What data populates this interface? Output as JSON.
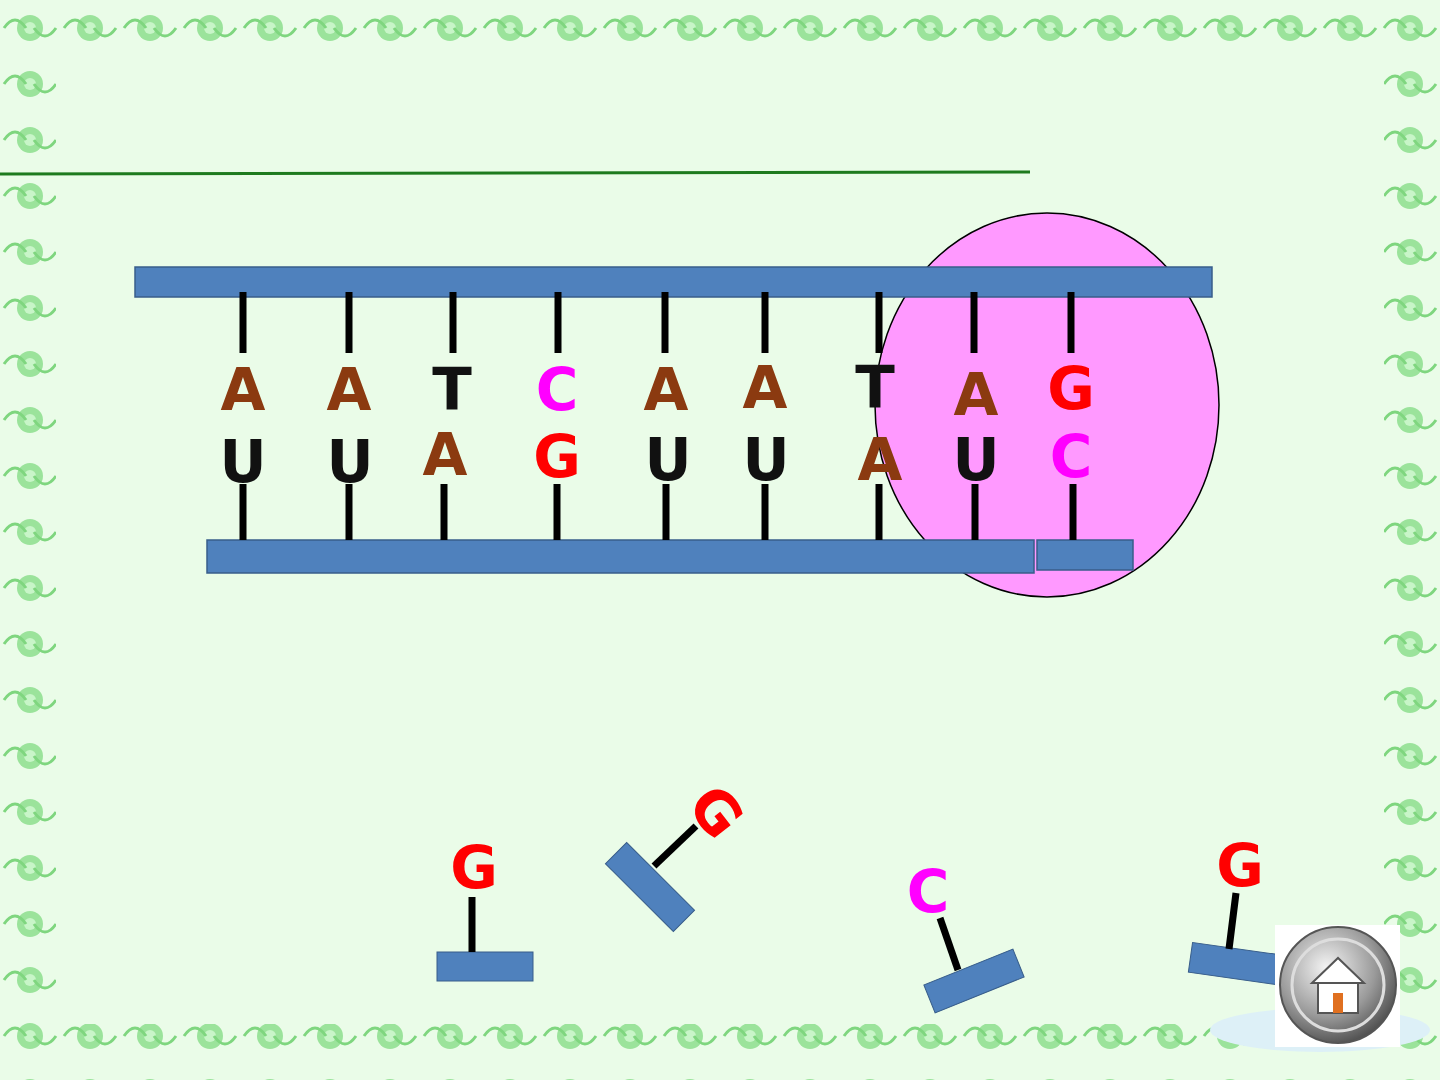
{
  "diagram": {
    "labels": [
      "A",
      "A",
      "T",
      "C",
      "A",
      "A",
      "T",
      "A",
      "G",
      "U",
      "U",
      "A",
      "G",
      "U",
      "U",
      "A",
      "U",
      "C",
      "G",
      "G",
      "C",
      "G"
    ]
  }
}
